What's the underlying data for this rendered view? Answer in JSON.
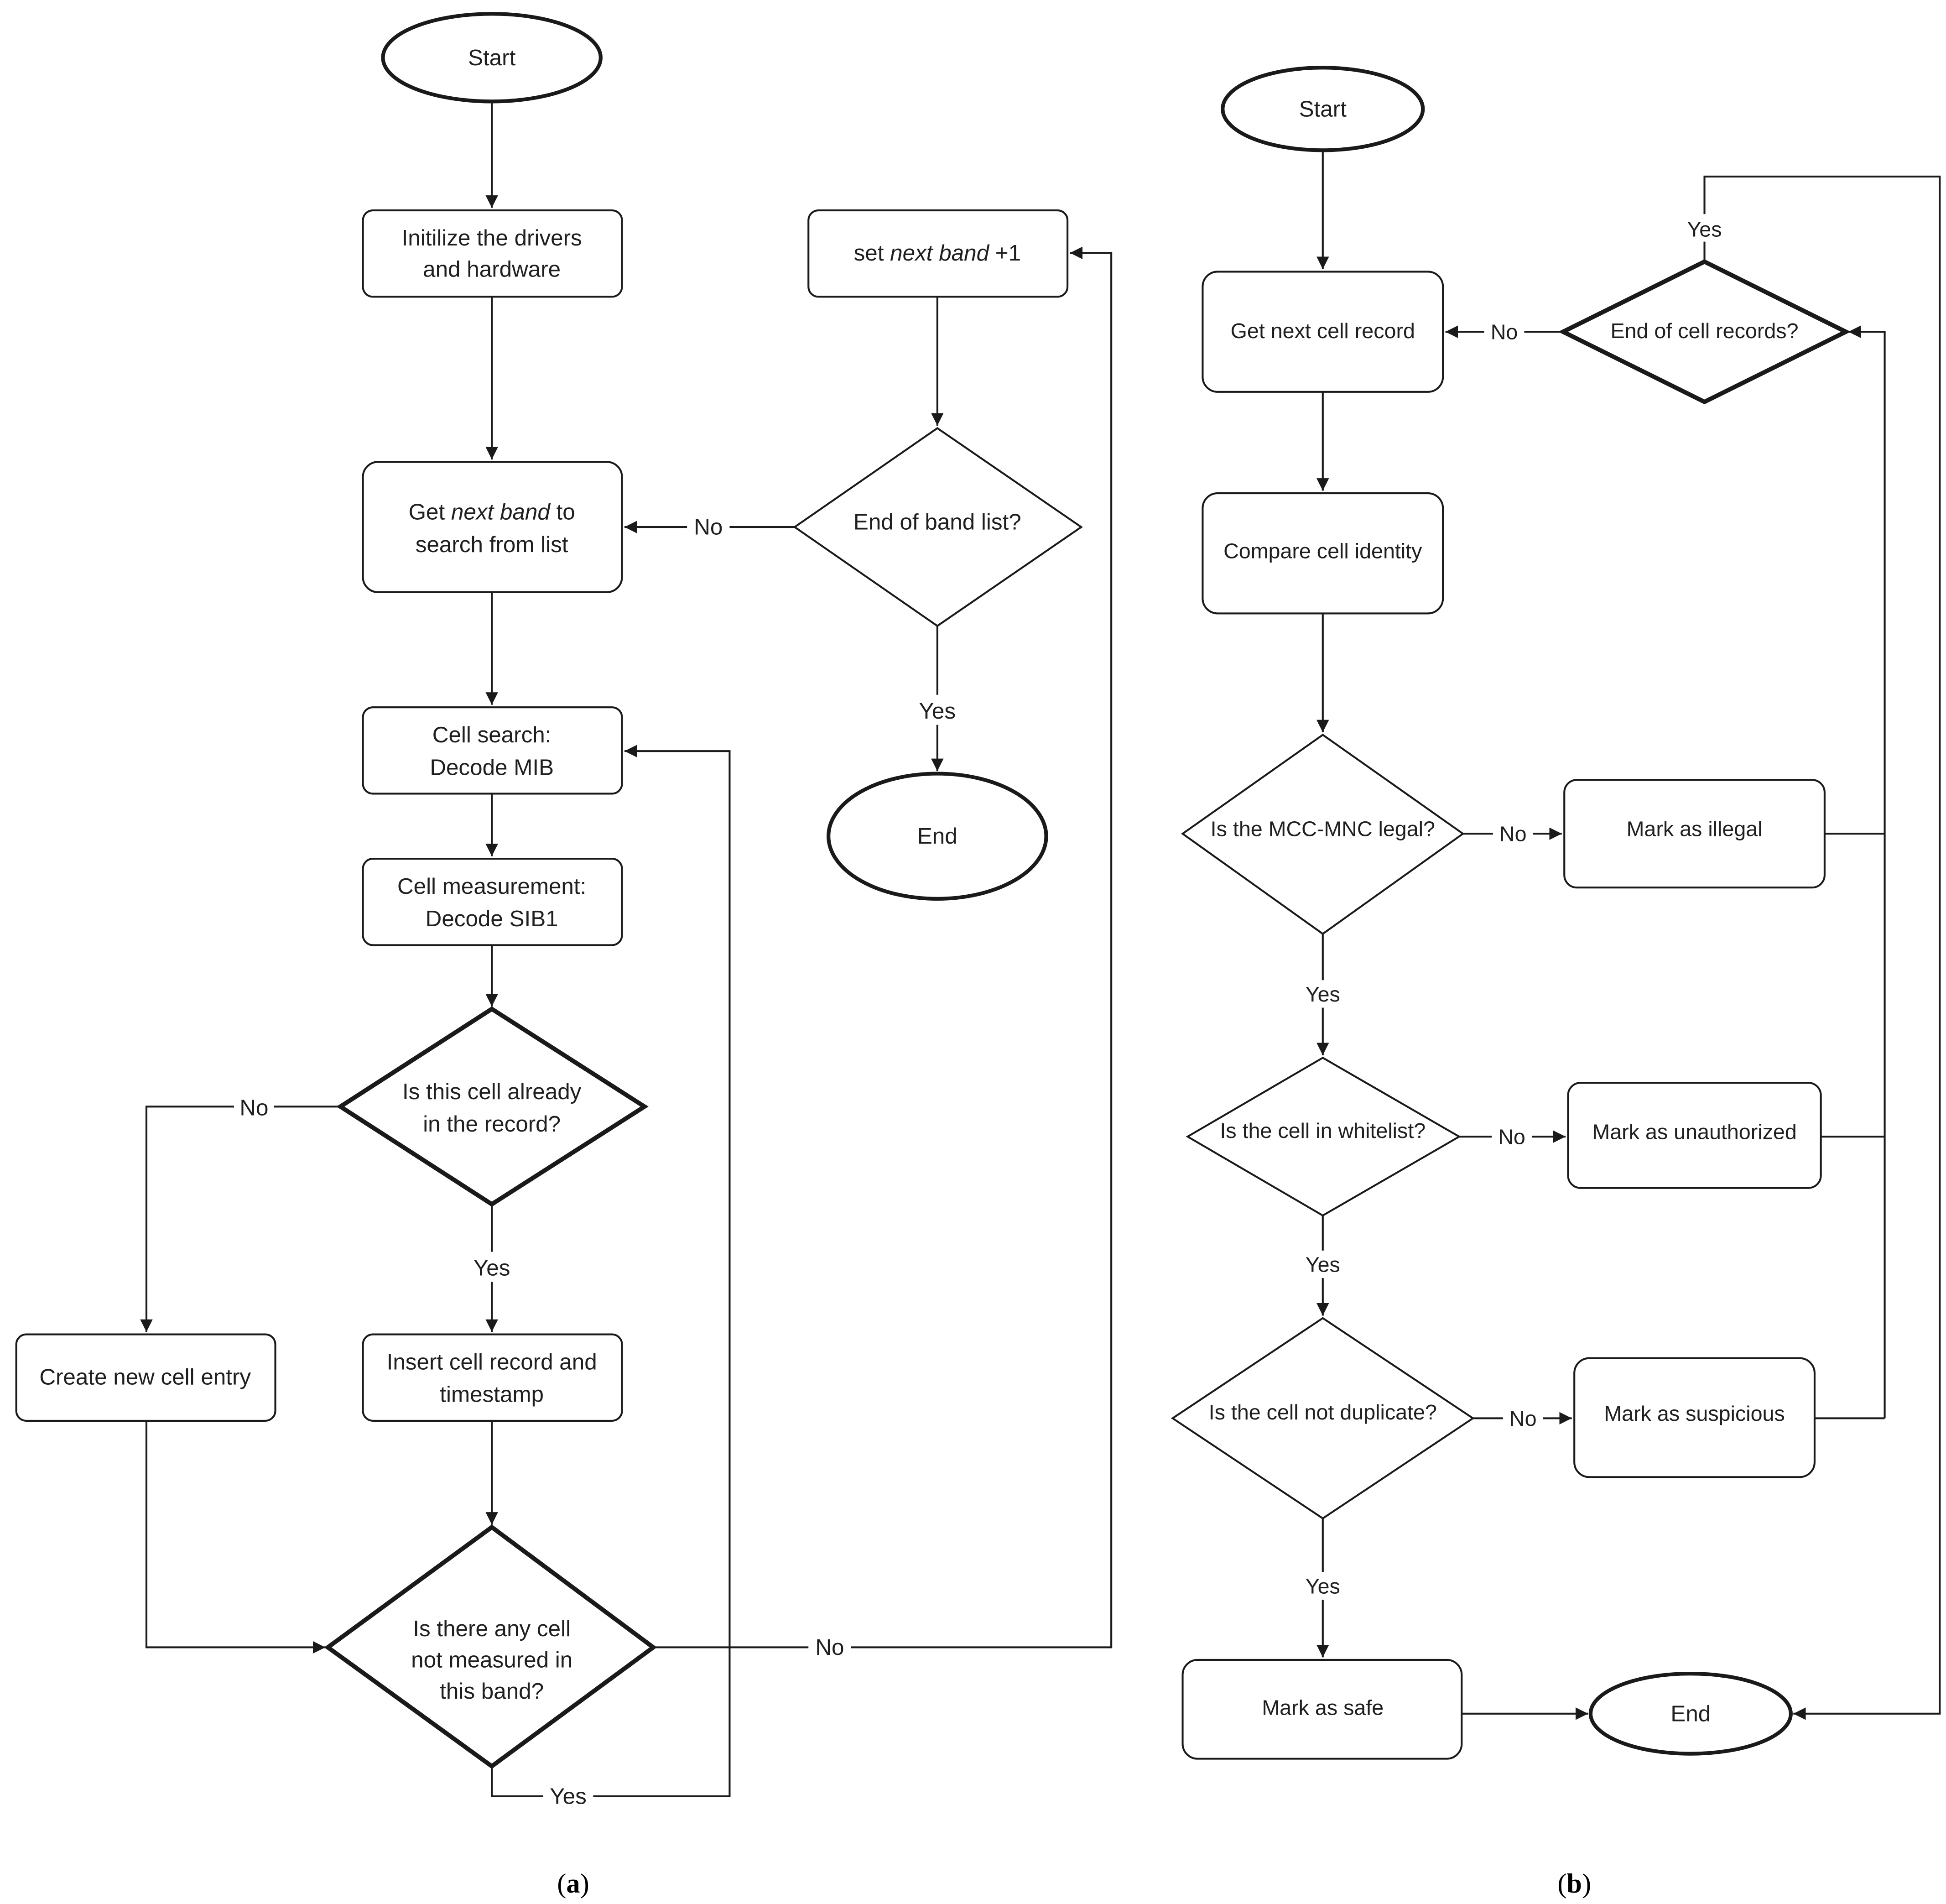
{
  "flowchart_a": {
    "start": "Start",
    "init": [
      "Initilize the drivers",
      "and hardware"
    ],
    "get_band": {
      "l1_a": "Get ",
      "l1_em": "next band",
      "l1_b": " to",
      "l2": "search from list"
    },
    "cell_search": [
      "Cell search:",
      "Decode MIB"
    ],
    "cell_measure": [
      "Cell measurement:",
      "Decode SIB1"
    ],
    "q_in_record": [
      "Is this cell already",
      "in the record?"
    ],
    "create_entry": "Create new cell entry",
    "insert_record": [
      "Insert cell record and",
      "timestamp"
    ],
    "q_any_cell": [
      "Is there any cell",
      "not measured in",
      "this band?"
    ],
    "set_band": {
      "a": "set ",
      "em": "next band",
      "b": " +1"
    },
    "q_end_band": "End of band list?",
    "end": "End",
    "labels": {
      "no": "No",
      "yes": "Yes"
    }
  },
  "flowchart_b": {
    "start": "Start",
    "get_record": "Get next cell record",
    "compare": "Compare cell identity",
    "q_mcc": "Is the MCC-MNC legal?",
    "q_whitelist": "Is the cell in whitelist?",
    "q_duplicate": "Is the cell not duplicate?",
    "mark_illegal": "Mark as illegal",
    "mark_unauth": "Mark as unauthorized",
    "mark_susp": "Mark as suspicious",
    "mark_safe": "Mark as safe",
    "q_end_records": "End of cell records?",
    "end": "End",
    "labels": {
      "no": "No",
      "yes": "Yes"
    }
  },
  "captions": {
    "a": {
      "open": "(",
      "letter": "a",
      "close": ")"
    },
    "b": {
      "open": "(",
      "letter": "b",
      "close": ")"
    }
  }
}
